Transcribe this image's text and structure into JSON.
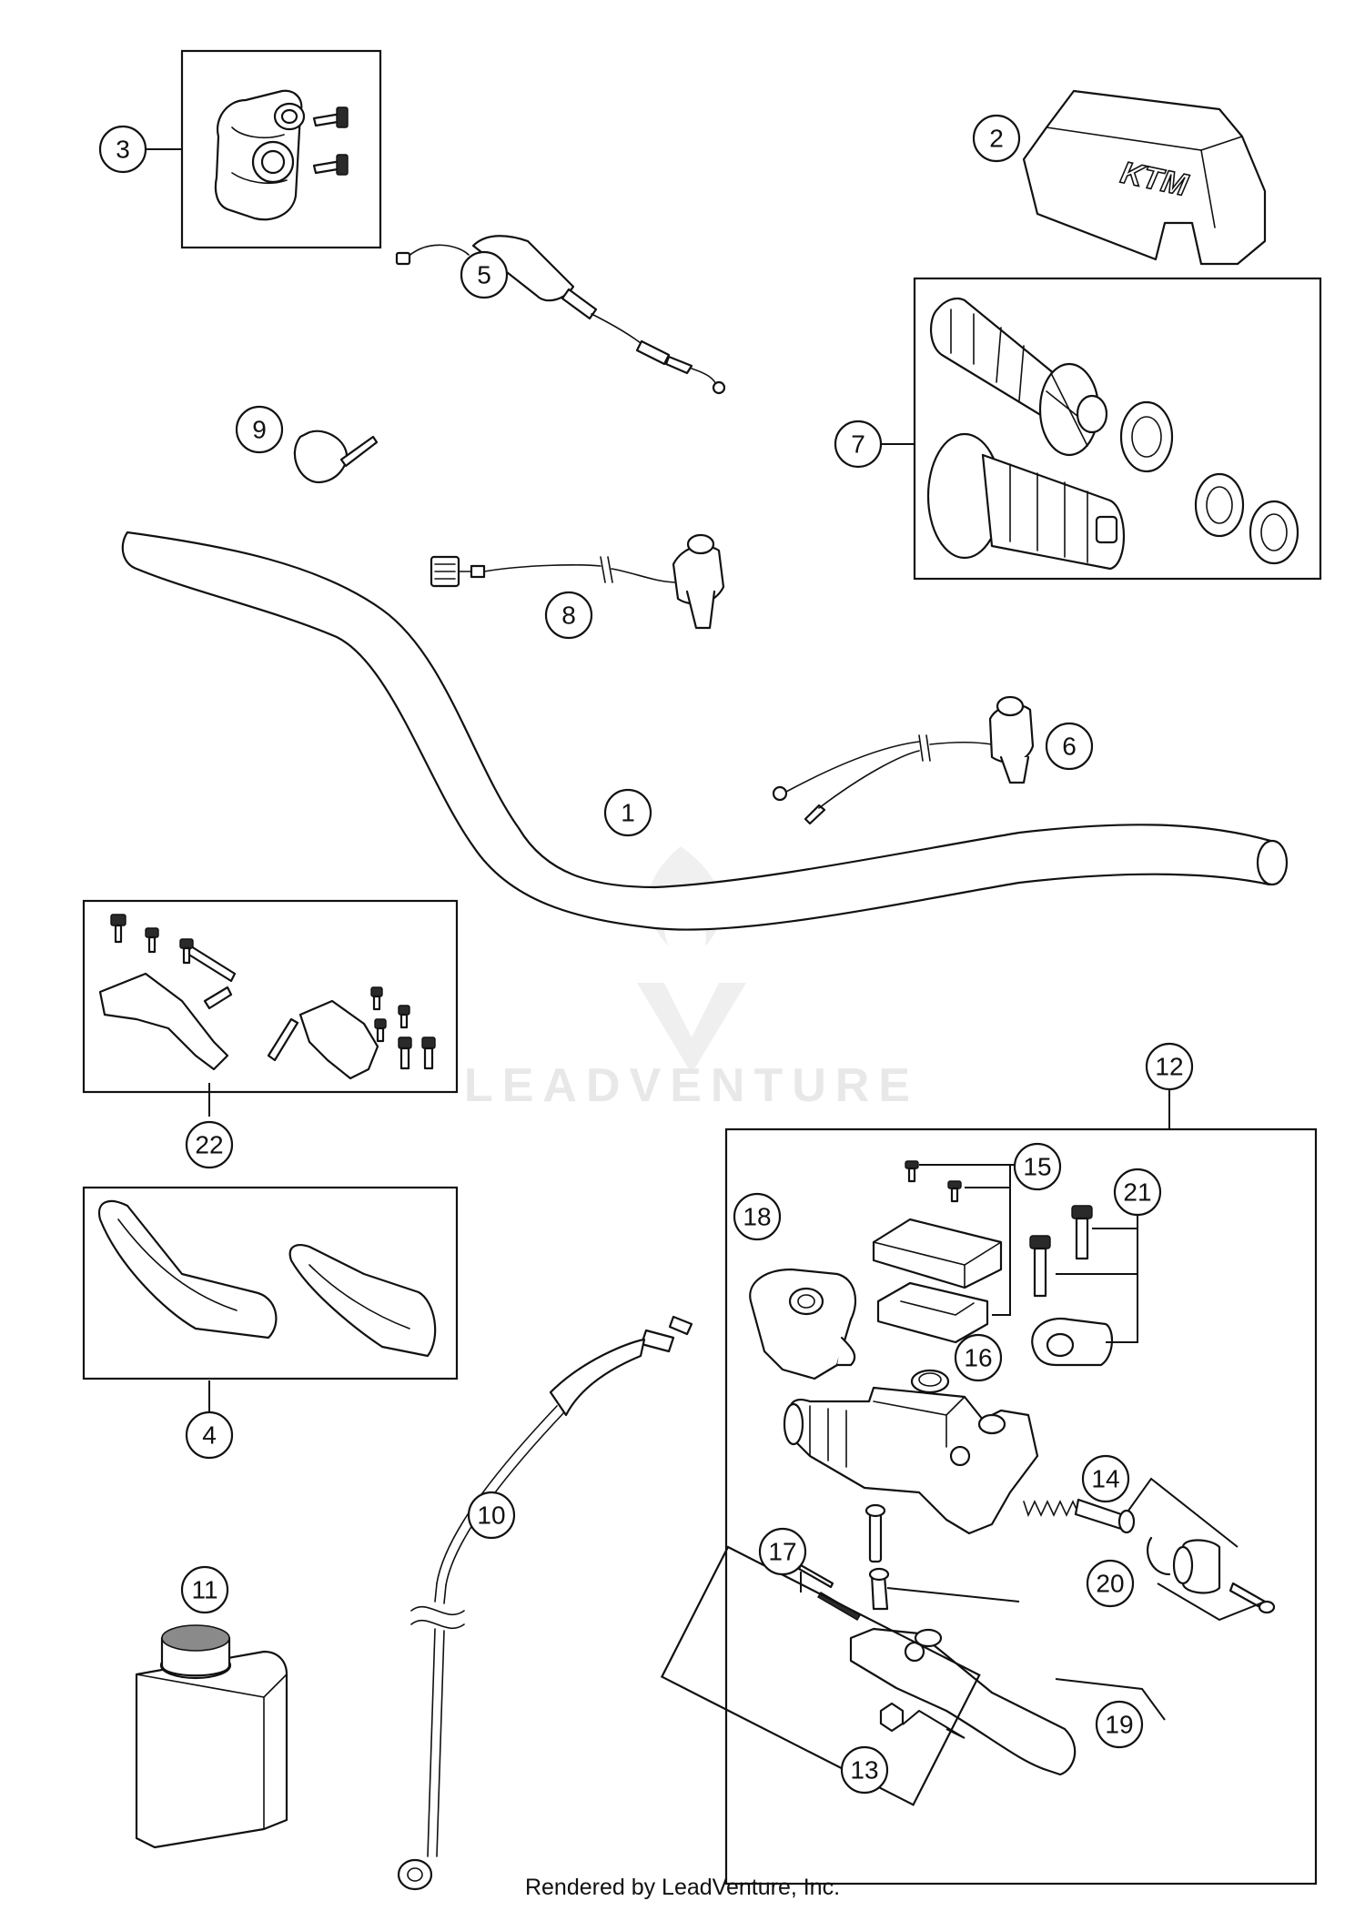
{
  "callouts": [
    {
      "id": "1",
      "label": "1"
    },
    {
      "id": "2",
      "label": "2"
    },
    {
      "id": "3",
      "label": "3"
    },
    {
      "id": "4",
      "label": "4"
    },
    {
      "id": "5",
      "label": "5"
    },
    {
      "id": "6",
      "label": "6"
    },
    {
      "id": "7",
      "label": "7"
    },
    {
      "id": "8",
      "label": "8"
    },
    {
      "id": "9",
      "label": "9"
    },
    {
      "id": "10",
      "label": "10"
    },
    {
      "id": "11",
      "label": "11"
    },
    {
      "id": "12",
      "label": "12"
    },
    {
      "id": "13",
      "label": "13"
    },
    {
      "id": "14",
      "label": "14"
    },
    {
      "id": "15",
      "label": "15"
    },
    {
      "id": "16",
      "label": "16"
    },
    {
      "id": "17",
      "label": "17"
    },
    {
      "id": "18",
      "label": "18"
    },
    {
      "id": "19",
      "label": "19"
    },
    {
      "id": "20",
      "label": "20"
    },
    {
      "id": "21",
      "label": "21"
    },
    {
      "id": "22",
      "label": "22"
    }
  ],
  "part_2_brand": "KTM",
  "watermark": {
    "text": "LEADVENTURE"
  },
  "footer": {
    "text": "Rendered by LeadVenture, Inc."
  }
}
